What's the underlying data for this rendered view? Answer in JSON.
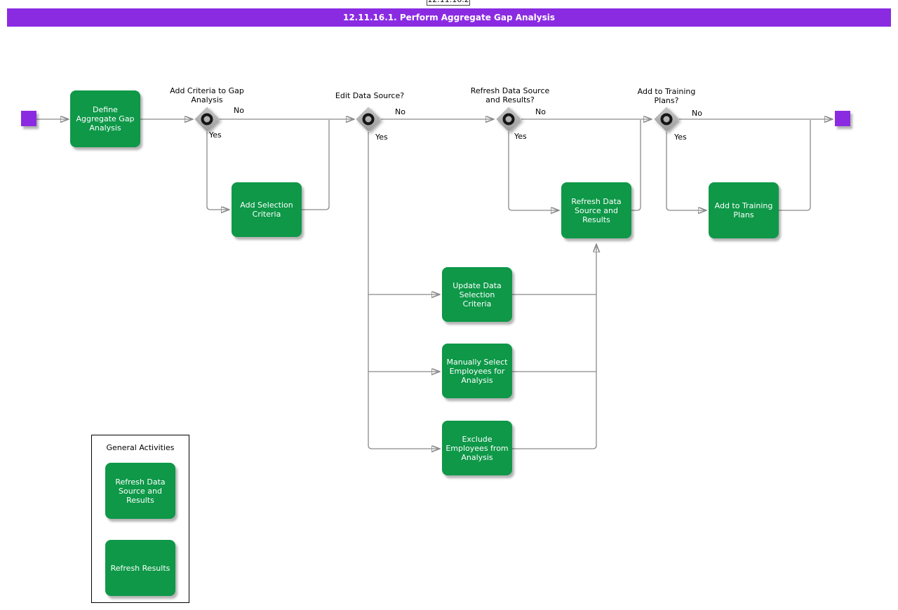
{
  "header": {
    "partial_node_label": "12.11.16.2",
    "banner_title": "12.11.16.1. Perform Aggregate Gap Analysis"
  },
  "colors": {
    "purple": "#8A2BE2",
    "green": "#0E9848",
    "line": "#8A8A8A"
  },
  "flow": {
    "activities": {
      "define_aggregate": "Define\nAggregate Gap\nAnalysis",
      "add_selection": "Add Selection\nCriteria",
      "update_data": "Update Data\nSelection\nCriteria",
      "manually_select": "Manually Select\nEmployees for\nAnalysis",
      "exclude_employees": "Exclude\nEmployees from\nAnalysis",
      "refresh_data_source": "Refresh Data\nSource and\nResults",
      "add_to_training": "Add to Training\nPlans"
    },
    "decisions": [
      {
        "label": "Add Criteria to Gap\nAnalysis",
        "no": "No",
        "yes": "Yes"
      },
      {
        "label": "Edit Data Source?",
        "no": "No",
        "yes": "Yes"
      },
      {
        "label": "Refresh Data Source\nand Results?",
        "no": "No",
        "yes": "Yes"
      },
      {
        "label": "Add to Training\nPlans?",
        "no": "No",
        "yes": "Yes"
      }
    ]
  },
  "legend": {
    "title": "General Activities",
    "items": [
      "Refresh Data\nSource and\nResults",
      "Refresh Results"
    ]
  }
}
